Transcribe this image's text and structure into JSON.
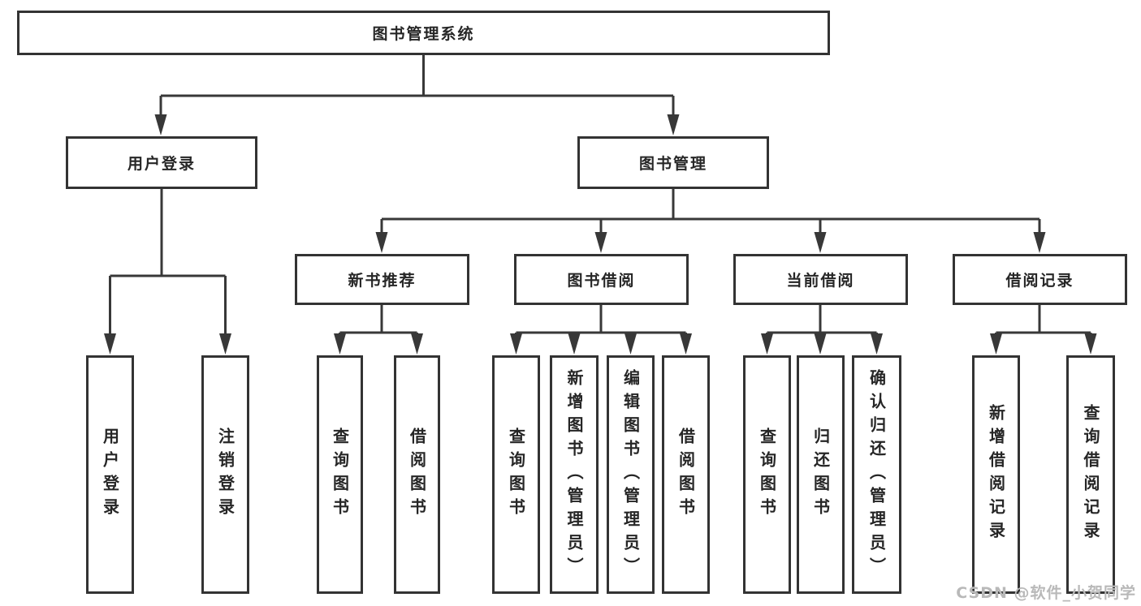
{
  "tree": {
    "root": {
      "label": "图书管理系统"
    },
    "branches": [
      {
        "label": "用户登录",
        "children": [
          "用户登录",
          "注销登录"
        ]
      },
      {
        "label": "图书管理",
        "sections": [
          {
            "label": "新书推荐",
            "children": [
              "查询图书",
              "借阅图书"
            ]
          },
          {
            "label": "图书借阅",
            "children": [
              "查询图书",
              "新增图书（管理员）",
              "编辑图书（管理员）",
              "借阅图书"
            ]
          },
          {
            "label": "当前借阅",
            "children": [
              "查询图书",
              "归还图书",
              "确认归还（管理员）"
            ]
          },
          {
            "label": "借阅记录",
            "children": [
              "新增借阅记录",
              "查询借阅记录"
            ]
          }
        ]
      }
    ]
  },
  "watermark": {
    "text": "CSDN @软件_小贺同学",
    "color": "#b9b9b9"
  },
  "colors": {
    "line": "#383838",
    "box_border": "#333333",
    "text": "#262626",
    "background": "#ffffff"
  }
}
